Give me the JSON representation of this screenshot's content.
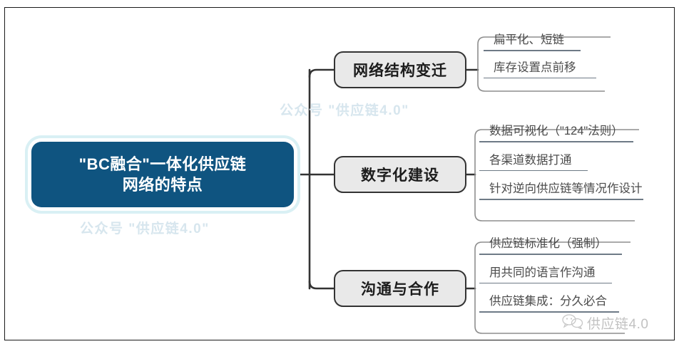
{
  "diagram": {
    "type": "mind-map",
    "root": {
      "label": "\"BC融合\"一体化供应链\n网络的特点",
      "fill_color": "#0f5480",
      "text_color": "#ffffff",
      "ring_color": "#d9f0f4"
    },
    "branch_fill_color": "#e9e9e9",
    "branch_border_color": "#333333",
    "connector_color": "#333333",
    "leaf_rule_color": "#6e7a86",
    "branches": [
      {
        "label": "网络结构变迁",
        "leaves": [
          "扁平化、短链",
          "库存设置点前移"
        ]
      },
      {
        "label": "数字化建设",
        "leaves": [
          "数据可视化（\"124\"法则）",
          "各渠道数据打通",
          "针对逆向供应链等情况作设计"
        ]
      },
      {
        "label": "沟通与合作",
        "leaves": [
          "供应链标准化（强制）",
          "用共同的语言作沟通",
          "供应链集成：分久必合"
        ]
      }
    ]
  },
  "watermark": {
    "text": "公众号 \"供应链4.0\"",
    "color": "#d7e6ee"
  },
  "badge": {
    "text": "供应链4.0",
    "icon": "wechat-icon"
  }
}
